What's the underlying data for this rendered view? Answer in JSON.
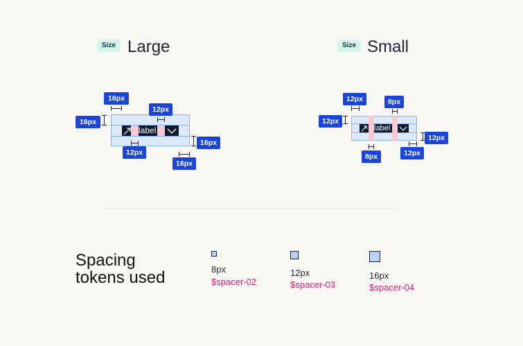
{
  "large": {
    "tag": "Size",
    "title": "Large",
    "label": "label",
    "badges": [
      "16px",
      "16px",
      "12px",
      "16px",
      "12px",
      "16px"
    ]
  },
  "small": {
    "tag": "Size",
    "title": "Small",
    "label": "label",
    "badges": [
      "12px",
      "8px",
      "12px",
      "12px",
      "8px",
      "12px"
    ]
  },
  "tokens": {
    "title_line1": "Spacing",
    "title_line2": "tokens used",
    "items": [
      {
        "value": "8px",
        "name": "$spacer-02"
      },
      {
        "value": "12px",
        "name": "$spacer-03"
      },
      {
        "value": "16px",
        "name": "$spacer-04"
      }
    ]
  },
  "colors": {
    "badge": "#1b45d8",
    "tag_bg": "#d4f5ec",
    "token_name": "#da1e6b",
    "spacing_fill": "#dce9f8",
    "padding_fill": "#f7c9d3"
  }
}
